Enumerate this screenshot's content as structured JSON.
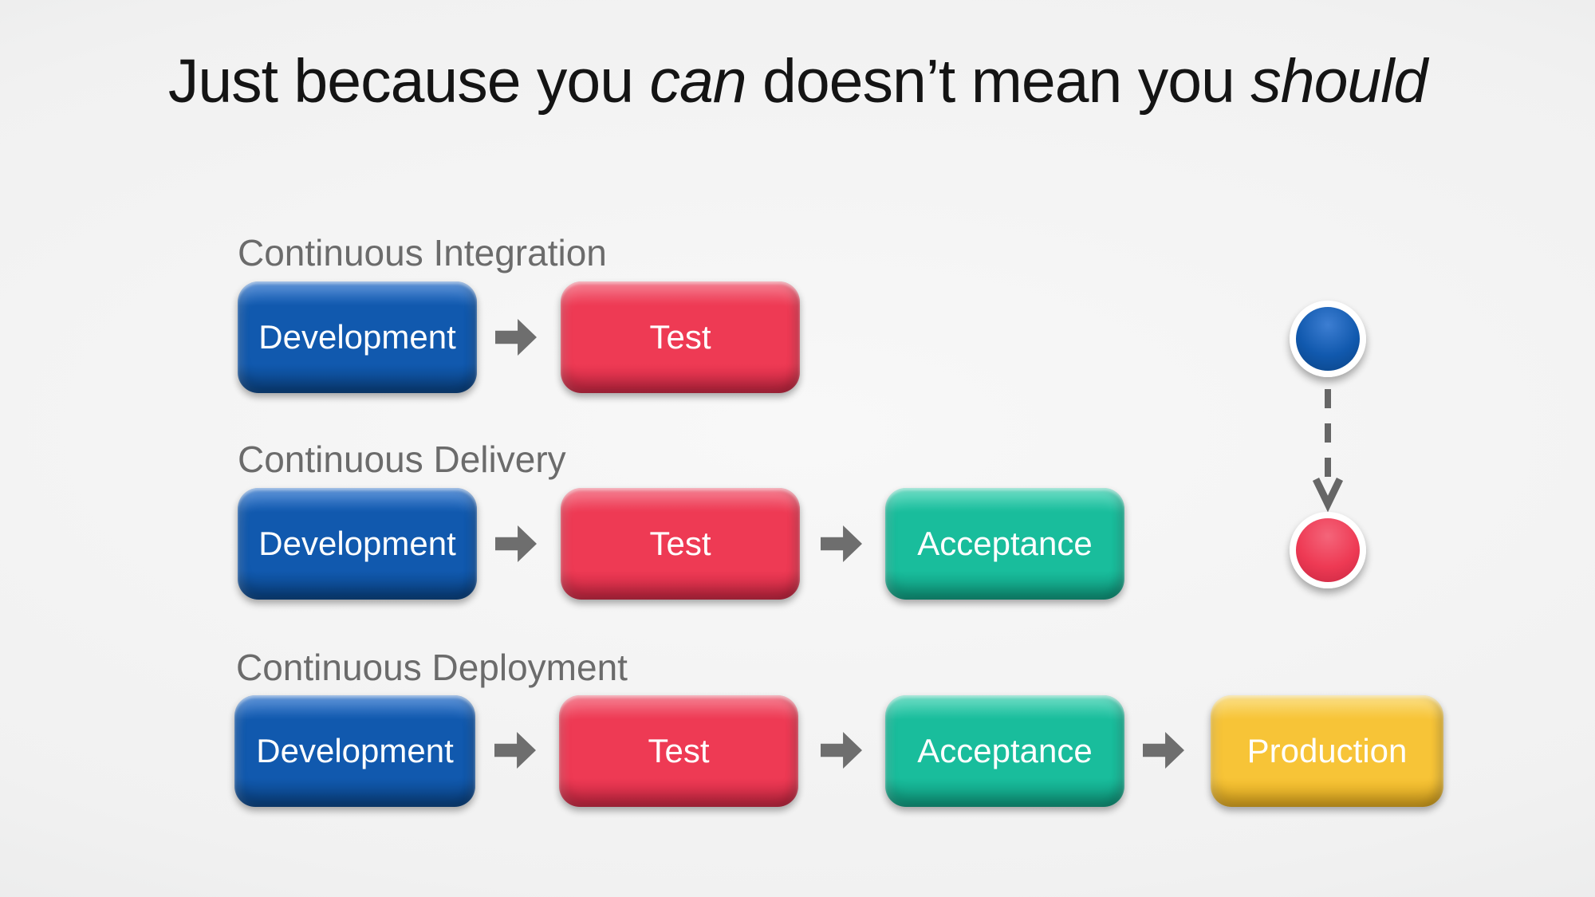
{
  "title": {
    "part1": "Just because you ",
    "italic1": "can",
    "part2": " doesn’t mean you ",
    "italic2": "should"
  },
  "rows": [
    {
      "label": "Continuous Integration",
      "boxes": [
        {
          "label": "Development",
          "color": "blue"
        },
        {
          "label": "Test",
          "color": "red"
        }
      ]
    },
    {
      "label": "Continuous Delivery",
      "boxes": [
        {
          "label": "Development",
          "color": "blue"
        },
        {
          "label": "Test",
          "color": "red"
        },
        {
          "label": "Acceptance",
          "color": "teal"
        }
      ]
    },
    {
      "label": "Continuous Deployment",
      "boxes": [
        {
          "label": "Development",
          "color": "blue"
        },
        {
          "label": "Test",
          "color": "red"
        },
        {
          "label": "Acceptance",
          "color": "teal"
        },
        {
          "label": "Production",
          "color": "yellow"
        }
      ]
    }
  ],
  "legend": {
    "top_circle": "blue-circle",
    "connector": "dashed-down-arrow",
    "bottom_circle": "red-circle"
  },
  "icons": {
    "flow_arrow": "block-right-arrow"
  },
  "colors": {
    "blue": "#1159AE",
    "blue-l": "#3D7ED2",
    "blue-d": "#0A4384",
    "red": "#EE3A54",
    "red-l": "#F4657A",
    "red-d": "#C92742",
    "teal": "#19BD9C",
    "teal-l": "#4ED6B9",
    "teal-d": "#0F9A7E",
    "yellow": "#F7C437",
    "yellow-l": "#FBD96C",
    "yellow-d": "#DFA81E",
    "arrow-gray": "#6E6E6E",
    "label-gray": "#6B6B6B",
    "title-color": "#141414",
    "bg-center": "#F8F8F8",
    "bg-edge": "#E0E1E1"
  }
}
